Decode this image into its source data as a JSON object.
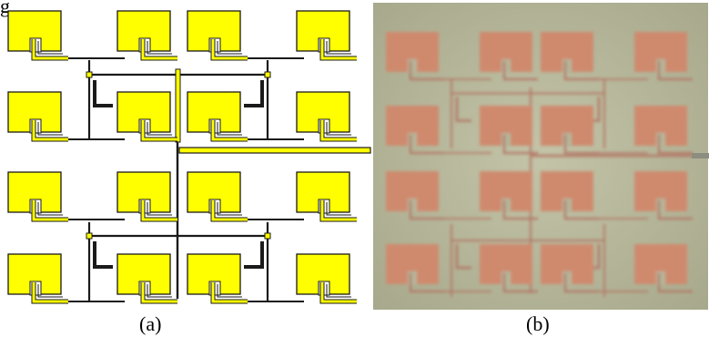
{
  "figure": {
    "partial_label": "g",
    "panel_a": {
      "caption": "(a)"
    },
    "panel_b": {
      "caption": "(b)"
    },
    "grid": {
      "rows": 4,
      "cols": 4,
      "element_count": 16
    }
  },
  "colors": {
    "patch": "#ffff00",
    "outline": "#1a1a1a",
    "substrate": "#b5b59a",
    "copper": "#cf8a6e",
    "copper_trace": "#b37866",
    "background": "#ffffff"
  }
}
